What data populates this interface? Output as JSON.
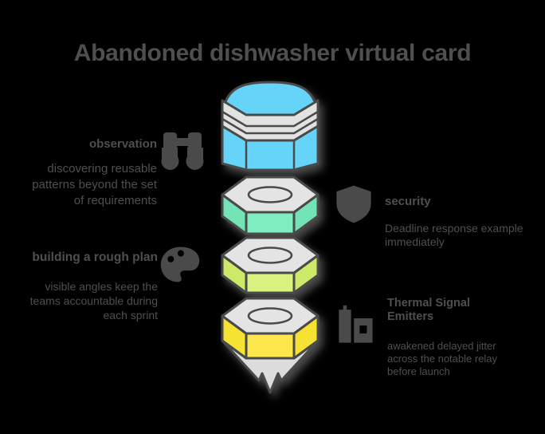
{
  "title": "Abandoned dishwasher virtual card",
  "colors": {
    "background": "#000000",
    "outline": "#4a4a4a",
    "text": "#4f4f4f",
    "icon": "#4a4a4a",
    "eraser_blue": "#66d3f8",
    "ferrule_gray": "#e2e2e2",
    "top_face_gray": "#e4e4e4",
    "mint_front": "#80edc0",
    "mint_side": "#73e4b5",
    "lime_front": "#d9f17e",
    "lime_side": "#cde968",
    "yellow_front": "#fce84d",
    "yellow_side": "#f6e232",
    "tip_gray": "#dcdcdc"
  },
  "pencil": {
    "segments": [
      {
        "name": "eraser-cap",
        "color": "#66d3f8"
      },
      {
        "name": "ferrule",
        "color": "#e2e2e2"
      },
      {
        "name": "segment-blue",
        "color": "#66d3f8"
      },
      {
        "name": "segment-mint",
        "color": "#80edc0"
      },
      {
        "name": "segment-lime",
        "color": "#d9f17e"
      },
      {
        "name": "segment-yellow",
        "color": "#fce84d"
      },
      {
        "name": "tip",
        "color": "#dcdcdc"
      }
    ]
  },
  "items": {
    "left1": {
      "icon": "binoculars",
      "label": "observation",
      "lines": [
        "discovering reusable",
        "patterns beyond the set",
        "of requirements"
      ]
    },
    "right1": {
      "icon": "shield",
      "heading": "security",
      "lines": [
        "Deadline response example",
        "immediately"
      ]
    },
    "left2": {
      "icon": "palette",
      "heading": "building a rough plan",
      "lines": [
        "visible angles keep the",
        "teams accountable during",
        "each sprint"
      ]
    },
    "right2": {
      "icon": "buildings",
      "heading_lines": [
        "Thermal Signal",
        "Emitters"
      ],
      "lines": [
        "awakened delayed jitter",
        "across the notable relay",
        "before launch"
      ]
    }
  }
}
